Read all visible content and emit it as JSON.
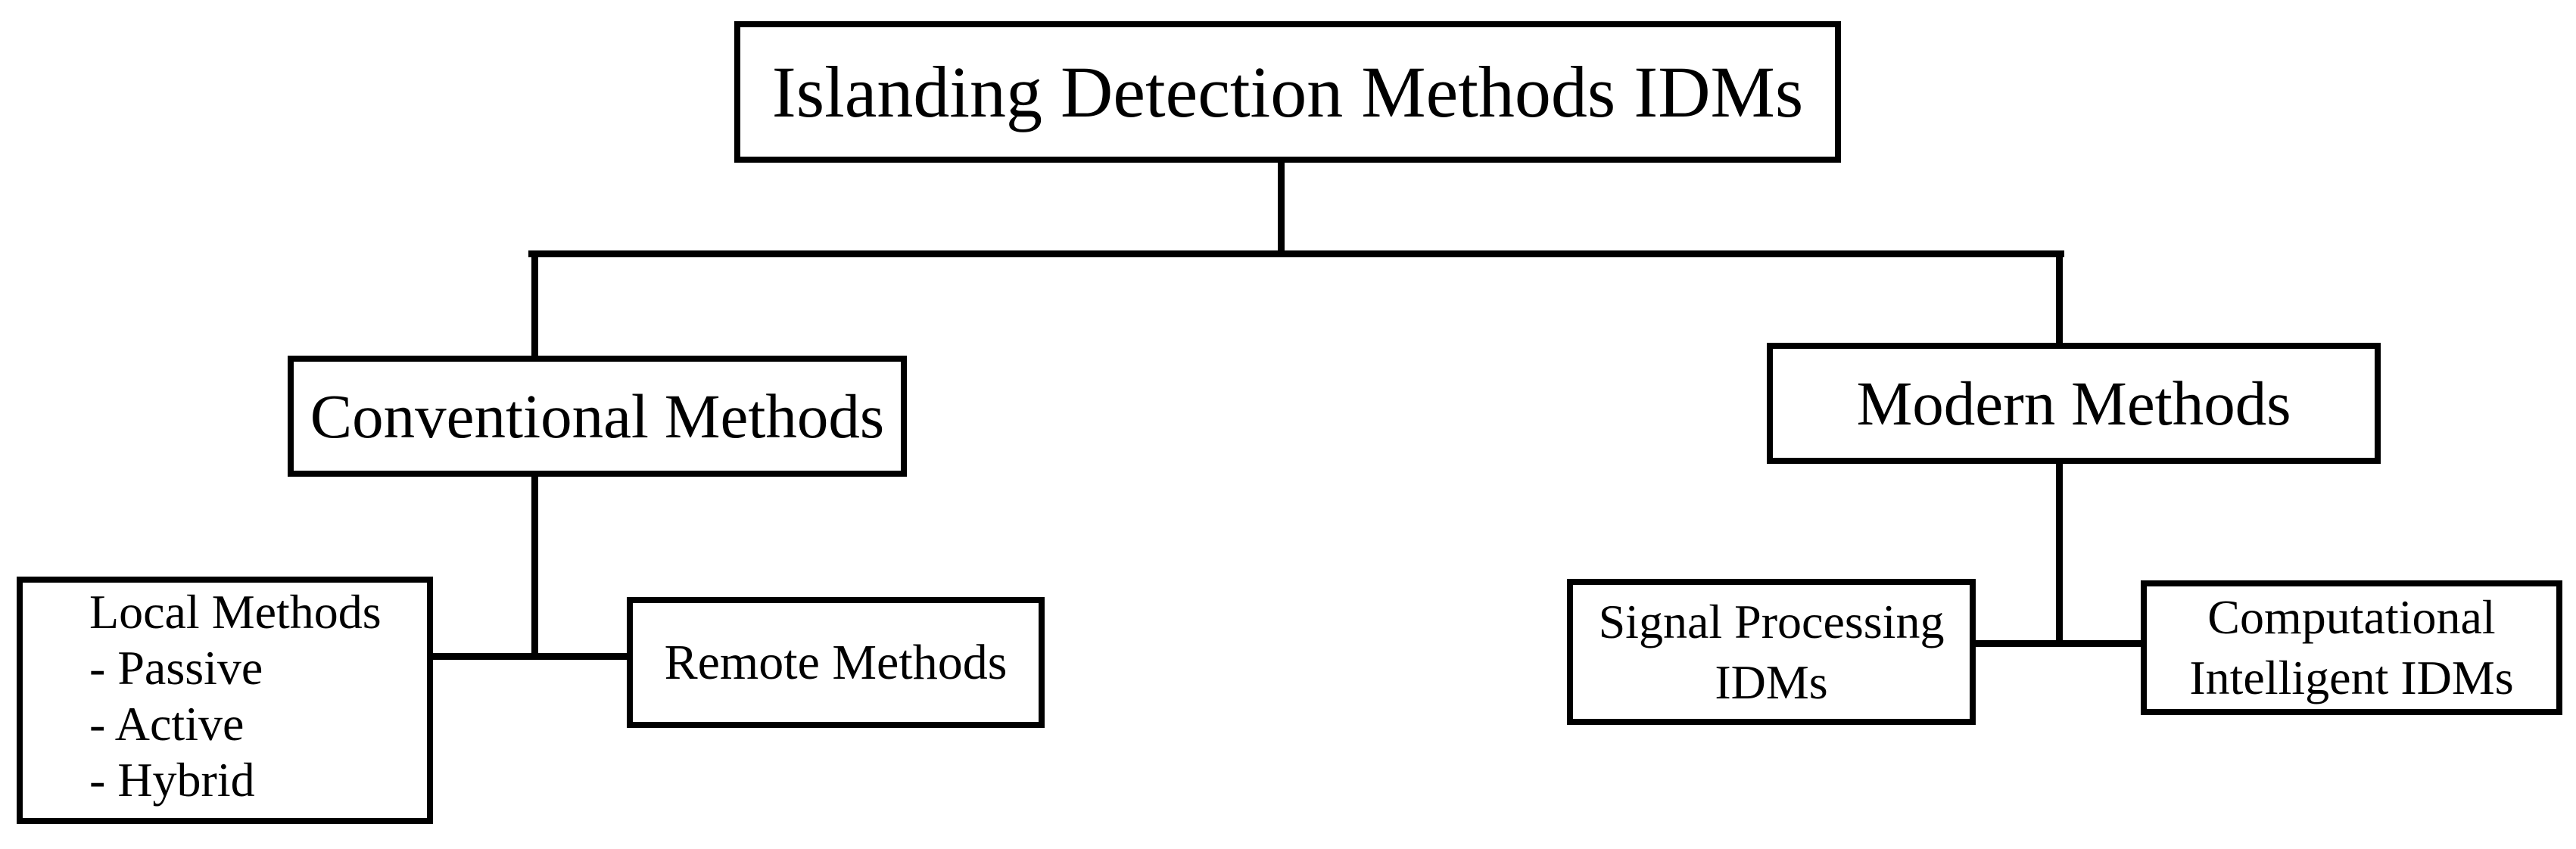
{
  "colors": {
    "line": "#000000",
    "background": "#ffffff",
    "box_fill": "#ffffff",
    "text": "#000000"
  },
  "nodes": {
    "root": {
      "label": "Islanding Detection Methods IDMs"
    },
    "conventional": {
      "label": "Conventional Methods"
    },
    "modern": {
      "label": "Modern Methods"
    },
    "local": {
      "lines": [
        "Local Methods",
        "- Passive",
        "- Active",
        "- Hybrid"
      ]
    },
    "remote": {
      "label": "Remote Methods"
    },
    "signal": {
      "lines": [
        "Signal Processing",
        "IDMs"
      ]
    },
    "computational": {
      "lines": [
        "Computational",
        "Intelligent IDMs"
      ]
    }
  }
}
